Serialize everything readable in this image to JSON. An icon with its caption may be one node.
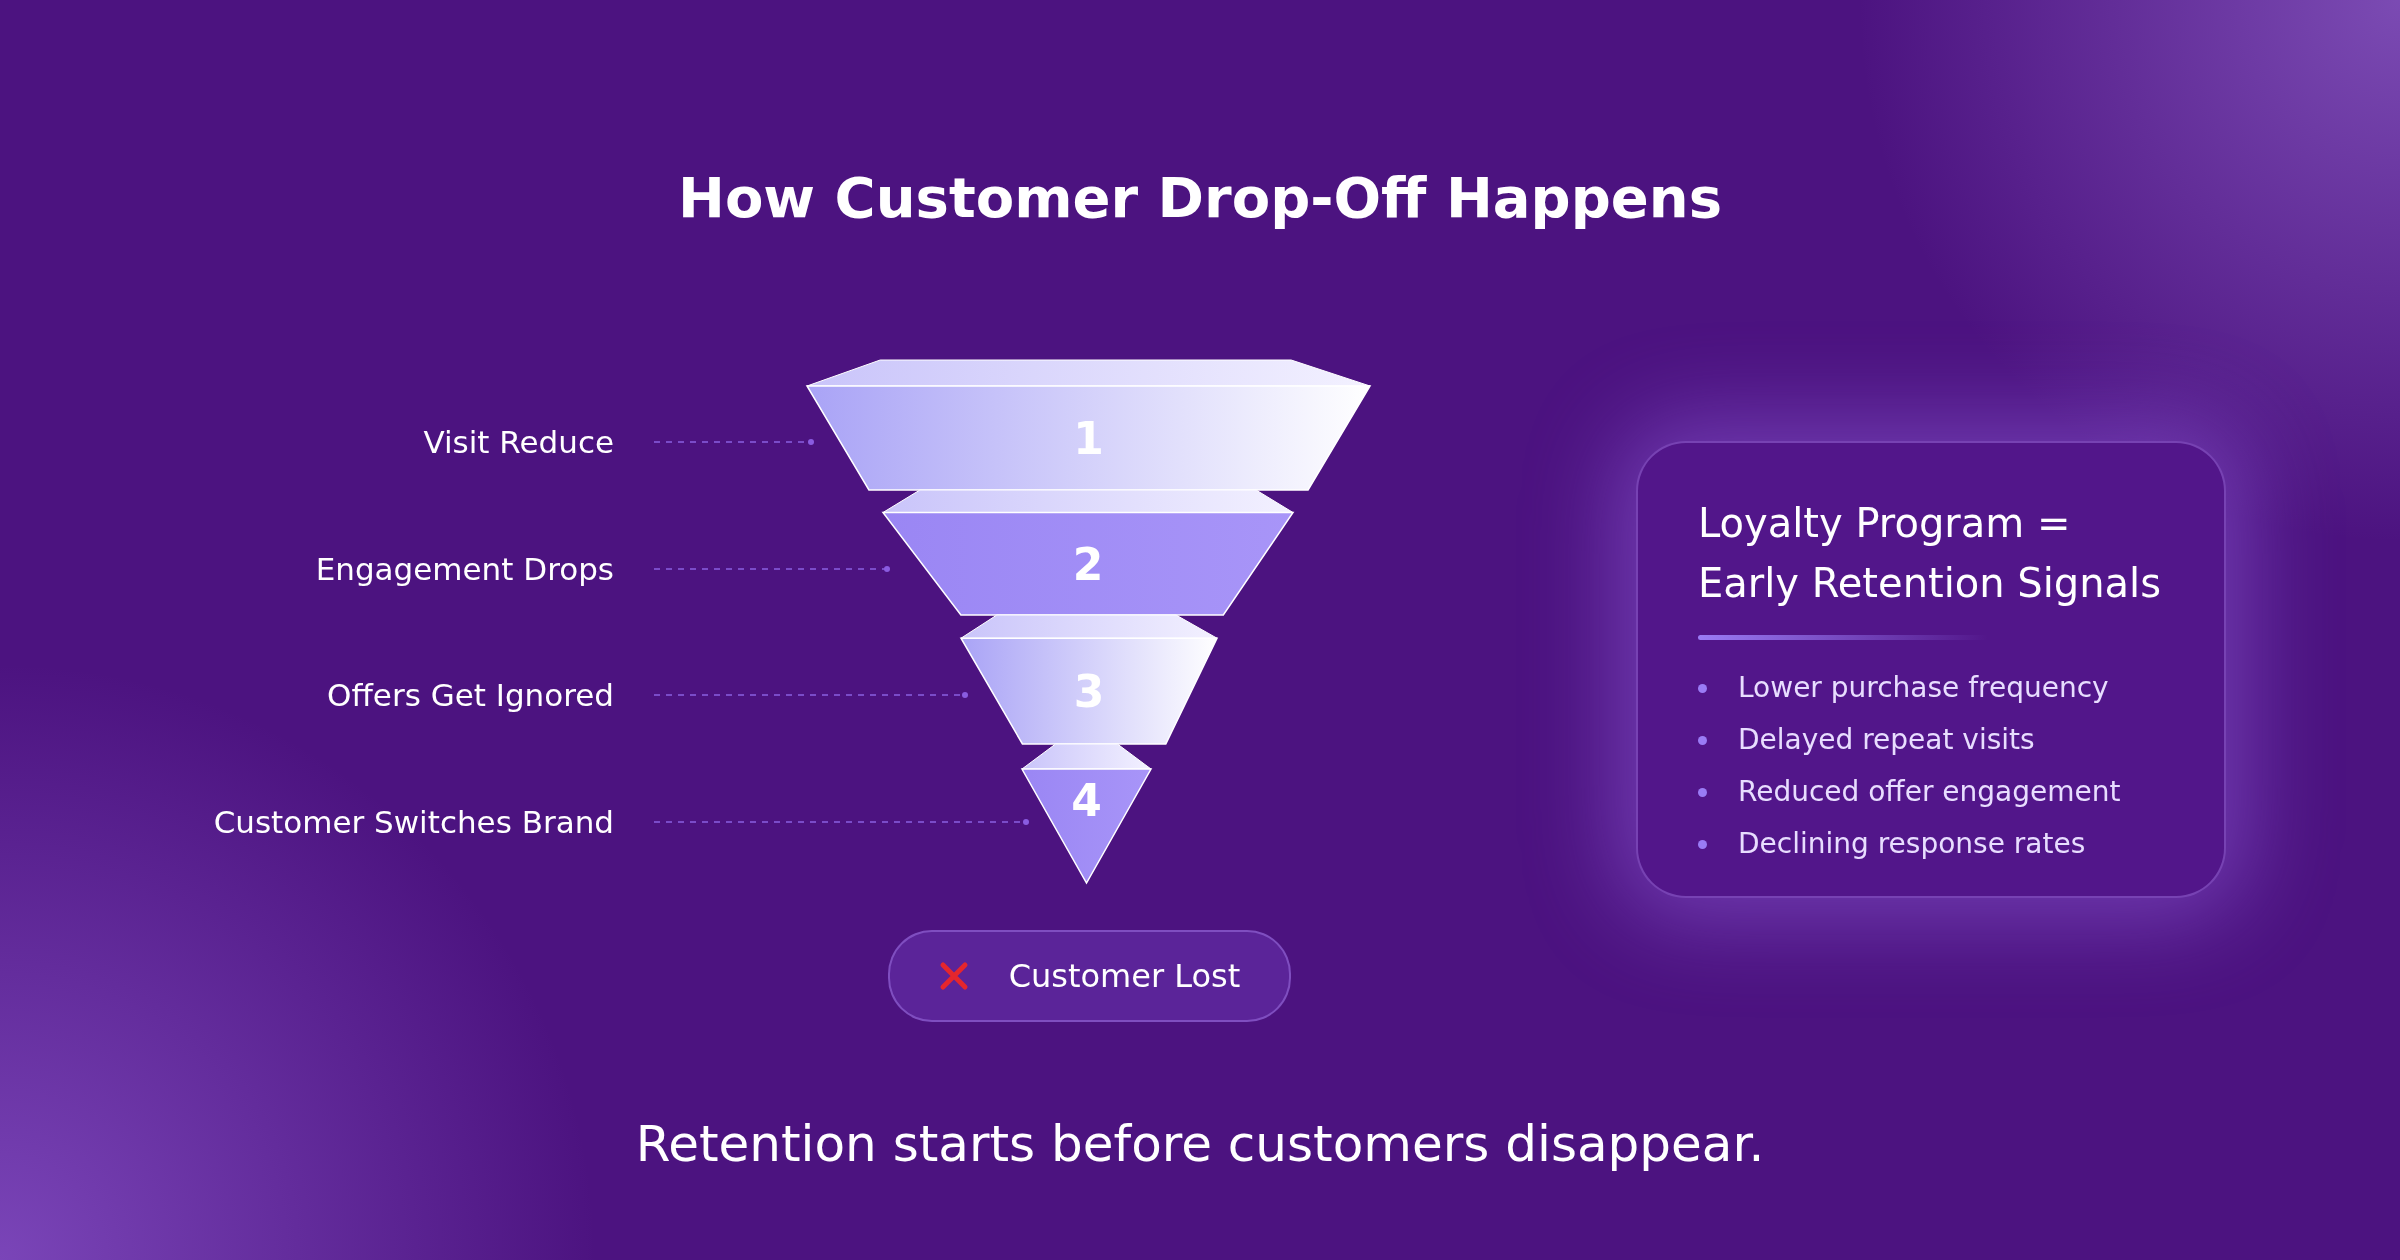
{
  "diagram": {
    "title": "How Customer Drop-Off Happens",
    "caption": "Retention starts before customers disappear.",
    "nodes": [
      {
        "text": [
          "Visit Reduce"
        ]
      },
      {
        "text": [
          "Engagement Drops"
        ]
      },
      {
        "text": [
          "Offers Get Ignored"
        ]
      },
      {
        "text": [
          "Customer Switches Brand"
        ]
      },
      {
        "text": [
          "1"
        ]
      },
      {
        "text": [
          "2"
        ]
      },
      {
        "text": [
          "3"
        ]
      },
      {
        "text": [
          "4"
        ]
      },
      {
        "text": [
          "Customer Lost"
        ]
      },
      {
        "text": [
          "Loyalty Program = Early Retention Signals",
          "Lower purchase frequency",
          "Delayed repeat visits",
          "Reduced offer engagement",
          "Declining response rates"
        ]
      }
    ],
    "edges": [
      {
        "from": 0,
        "to": 4,
        "arrow": "other",
        "style": "dashed"
      },
      {
        "from": 1,
        "to": 5,
        "arrow": "other",
        "style": "dashed"
      },
      {
        "from": 2,
        "to": 6,
        "arrow": "other",
        "style": "dashed"
      },
      {
        "from": 3,
        "to": 7,
        "arrow": "other",
        "style": "dashed"
      }
    ]
  }
}
